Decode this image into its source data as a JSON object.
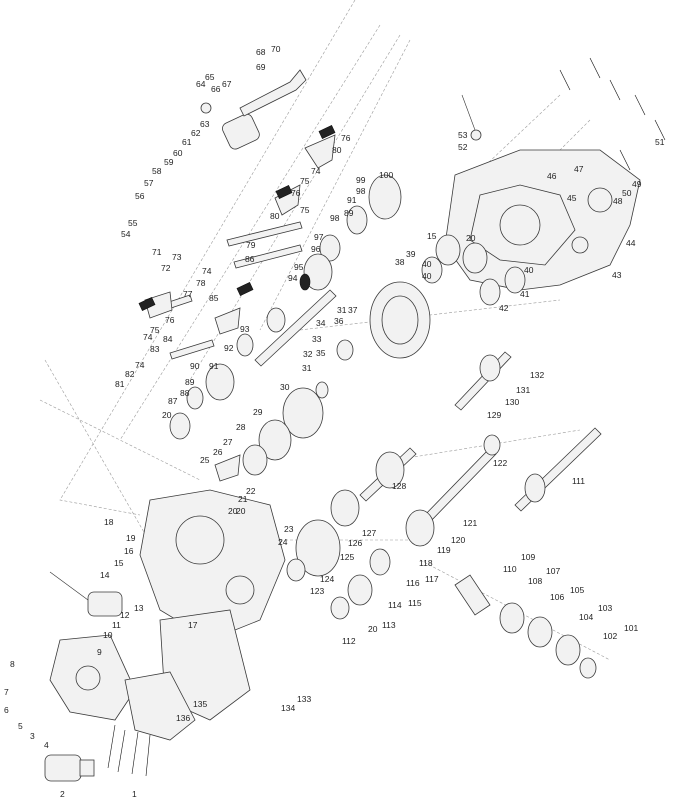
{
  "callouts": [
    {
      "id": "c1",
      "text": "1"
    },
    {
      "id": "c2",
      "text": "2"
    },
    {
      "id": "c3",
      "text": "3"
    },
    {
      "id": "c4",
      "text": "4"
    },
    {
      "id": "c5",
      "text": "5"
    },
    {
      "id": "c6",
      "text": "6"
    },
    {
      "id": "c7",
      "text": "7"
    },
    {
      "id": "c8",
      "text": "8"
    },
    {
      "id": "c9",
      "text": "9"
    },
    {
      "id": "c10",
      "text": "10"
    },
    {
      "id": "c11",
      "text": "11"
    },
    {
      "id": "c12",
      "text": "12"
    },
    {
      "id": "c13",
      "text": "13"
    },
    {
      "id": "c14",
      "text": "14"
    },
    {
      "id": "c15a",
      "text": "15"
    },
    {
      "id": "c16",
      "text": "16"
    },
    {
      "id": "c17",
      "text": "17"
    },
    {
      "id": "c18",
      "text": "18"
    },
    {
      "id": "c19",
      "text": "19"
    },
    {
      "id": "c20a",
      "text": "20"
    },
    {
      "id": "c21",
      "text": "21"
    },
    {
      "id": "c22",
      "text": "22"
    },
    {
      "id": "c23",
      "text": "23"
    },
    {
      "id": "c24",
      "text": "24"
    },
    {
      "id": "c25",
      "text": "25"
    },
    {
      "id": "c26",
      "text": "26"
    },
    {
      "id": "c27",
      "text": "27"
    },
    {
      "id": "c28",
      "text": "28"
    },
    {
      "id": "c29",
      "text": "29"
    },
    {
      "id": "c30",
      "text": "30"
    },
    {
      "id": "c31a",
      "text": "31"
    },
    {
      "id": "c31b",
      "text": "31"
    },
    {
      "id": "c32",
      "text": "32"
    },
    {
      "id": "c33",
      "text": "33"
    },
    {
      "id": "c34",
      "text": "34"
    },
    {
      "id": "c35",
      "text": "35"
    },
    {
      "id": "c36",
      "text": "36"
    },
    {
      "id": "c37",
      "text": "37"
    },
    {
      "id": "c38",
      "text": "38"
    },
    {
      "id": "c39",
      "text": "39"
    },
    {
      "id": "c40a",
      "text": "40"
    },
    {
      "id": "c40b",
      "text": "40"
    },
    {
      "id": "c40c",
      "text": "40"
    },
    {
      "id": "c41",
      "text": "41"
    },
    {
      "id": "c42",
      "text": "42"
    },
    {
      "id": "c43",
      "text": "43"
    },
    {
      "id": "c44",
      "text": "44"
    },
    {
      "id": "c45",
      "text": "45"
    },
    {
      "id": "c46",
      "text": "46"
    },
    {
      "id": "c47",
      "text": "47"
    },
    {
      "id": "c48",
      "text": "48"
    },
    {
      "id": "c49",
      "text": "49"
    },
    {
      "id": "c50",
      "text": "50"
    },
    {
      "id": "c51",
      "text": "51"
    },
    {
      "id": "c52",
      "text": "52"
    },
    {
      "id": "c53",
      "text": "53"
    },
    {
      "id": "c54",
      "text": "54"
    },
    {
      "id": "c55",
      "text": "55"
    },
    {
      "id": "c56",
      "text": "56"
    },
    {
      "id": "c57",
      "text": "57"
    },
    {
      "id": "c58",
      "text": "58"
    },
    {
      "id": "c59",
      "text": "59"
    },
    {
      "id": "c60",
      "text": "60"
    },
    {
      "id": "c61",
      "text": "61"
    },
    {
      "id": "c62",
      "text": "62"
    },
    {
      "id": "c63",
      "text": "63"
    },
    {
      "id": "c64",
      "text": "64"
    },
    {
      "id": "c65",
      "text": "65"
    },
    {
      "id": "c66",
      "text": "66"
    },
    {
      "id": "c67",
      "text": "67"
    },
    {
      "id": "c68",
      "text": "68"
    },
    {
      "id": "c69",
      "text": "69"
    },
    {
      "id": "c70",
      "text": "70"
    },
    {
      "id": "c71",
      "text": "71"
    },
    {
      "id": "c72",
      "text": "72"
    },
    {
      "id": "c73",
      "text": "73"
    },
    {
      "id": "c74a",
      "text": "74"
    },
    {
      "id": "c74b",
      "text": "74"
    },
    {
      "id": "c74c",
      "text": "74"
    },
    {
      "id": "c74d",
      "text": "74"
    },
    {
      "id": "c75a",
      "text": "75"
    },
    {
      "id": "c75b",
      "text": "75"
    },
    {
      "id": "c75c",
      "text": "75"
    },
    {
      "id": "c76a",
      "text": "76"
    },
    {
      "id": "c76b",
      "text": "76"
    },
    {
      "id": "c76c",
      "text": "76"
    },
    {
      "id": "c77",
      "text": "77"
    },
    {
      "id": "c78",
      "text": "78"
    },
    {
      "id": "c79",
      "text": "79"
    },
    {
      "id": "c80a",
      "text": "80"
    },
    {
      "id": "c80b",
      "text": "80"
    },
    {
      "id": "c81",
      "text": "81"
    },
    {
      "id": "c82",
      "text": "82"
    },
    {
      "id": "c83",
      "text": "83"
    },
    {
      "id": "c84",
      "text": "84"
    },
    {
      "id": "c85",
      "text": "85"
    },
    {
      "id": "c86",
      "text": "86"
    },
    {
      "id": "c87",
      "text": "87"
    },
    {
      "id": "c88",
      "text": "88"
    },
    {
      "id": "c89a",
      "text": "89"
    },
    {
      "id": "c89b",
      "text": "89"
    },
    {
      "id": "c90",
      "text": "90"
    },
    {
      "id": "c91a",
      "text": "91"
    },
    {
      "id": "c91b",
      "text": "91"
    },
    {
      "id": "c92",
      "text": "92"
    },
    {
      "id": "c93",
      "text": "93"
    },
    {
      "id": "c94",
      "text": "94"
    },
    {
      "id": "c95",
      "text": "95"
    },
    {
      "id": "c96",
      "text": "96"
    },
    {
      "id": "c97",
      "text": "97"
    },
    {
      "id": "c98a",
      "text": "98"
    },
    {
      "id": "c98b",
      "text": "98"
    },
    {
      "id": "c99",
      "text": "99"
    },
    {
      "id": "c100",
      "text": "100"
    },
    {
      "id": "c101",
      "text": "101"
    },
    {
      "id": "c102",
      "text": "102"
    },
    {
      "id": "c103",
      "text": "103"
    },
    {
      "id": "c104",
      "text": "104"
    },
    {
      "id": "c105",
      "text": "105"
    },
    {
      "id": "c106",
      "text": "106"
    },
    {
      "id": "c107",
      "text": "107"
    },
    {
      "id": "c108",
      "text": "108"
    },
    {
      "id": "c109",
      "text": "109"
    },
    {
      "id": "c110",
      "text": "110"
    },
    {
      "id": "c111",
      "text": "111"
    },
    {
      "id": "c112",
      "text": "112"
    },
    {
      "id": "c113",
      "text": "113"
    },
    {
      "id": "c114",
      "text": "114"
    },
    {
      "id": "c115",
      "text": "115"
    },
    {
      "id": "c116",
      "text": "116"
    },
    {
      "id": "c117",
      "text": "117"
    },
    {
      "id": "c118",
      "text": "118"
    },
    {
      "id": "c119",
      "text": "119"
    },
    {
      "id": "c120",
      "text": "120"
    },
    {
      "id": "c121",
      "text": "121"
    },
    {
      "id": "c122",
      "text": "122"
    },
    {
      "id": "c123",
      "text": "123"
    },
    {
      "id": "c124",
      "text": "124"
    },
    {
      "id": "c125",
      "text": "125"
    },
    {
      "id": "c126",
      "text": "126"
    },
    {
      "id": "c127",
      "text": "127"
    },
    {
      "id": "c128",
      "text": "128"
    },
    {
      "id": "c129",
      "text": "129"
    },
    {
      "id": "c130",
      "text": "130"
    },
    {
      "id": "c131",
      "text": "131"
    },
    {
      "id": "c132",
      "text": "132"
    },
    {
      "id": "c133",
      "text": "133"
    },
    {
      "id": "c134",
      "text": "134"
    },
    {
      "id": "c135",
      "text": "135"
    },
    {
      "id": "c136",
      "text": "136"
    },
    {
      "id": "c15b",
      "text": "15"
    },
    {
      "id": "c20b",
      "text": "20"
    },
    {
      "id": "c20c",
      "text": "20"
    },
    {
      "id": "c20d",
      "text": "20"
    },
    {
      "id": "c20e",
      "text": "20"
    }
  ]
}
